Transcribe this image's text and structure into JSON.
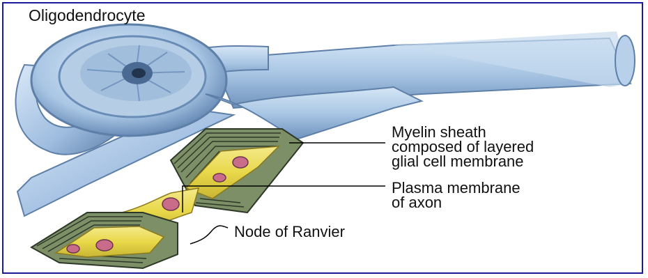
{
  "title": "Oligodendrocyte",
  "labels": {
    "myelin": [
      "Myelin sheath",
      "composed of layered",
      "glial cell membrane"
    ],
    "plasma": [
      "Plasma membrane",
      "of axon"
    ],
    "node": "Node of Ranvier"
  },
  "colors": {
    "frame_border": "#1a1a9c",
    "cell_blue": "#a9c6e4",
    "cell_dark": "#5d7fa8",
    "axon_yellow": "#e8d84a",
    "nucleus_pink": "#c86c8a",
    "membrane_layers": "#3d4a3a",
    "leader_line": "#000000"
  }
}
